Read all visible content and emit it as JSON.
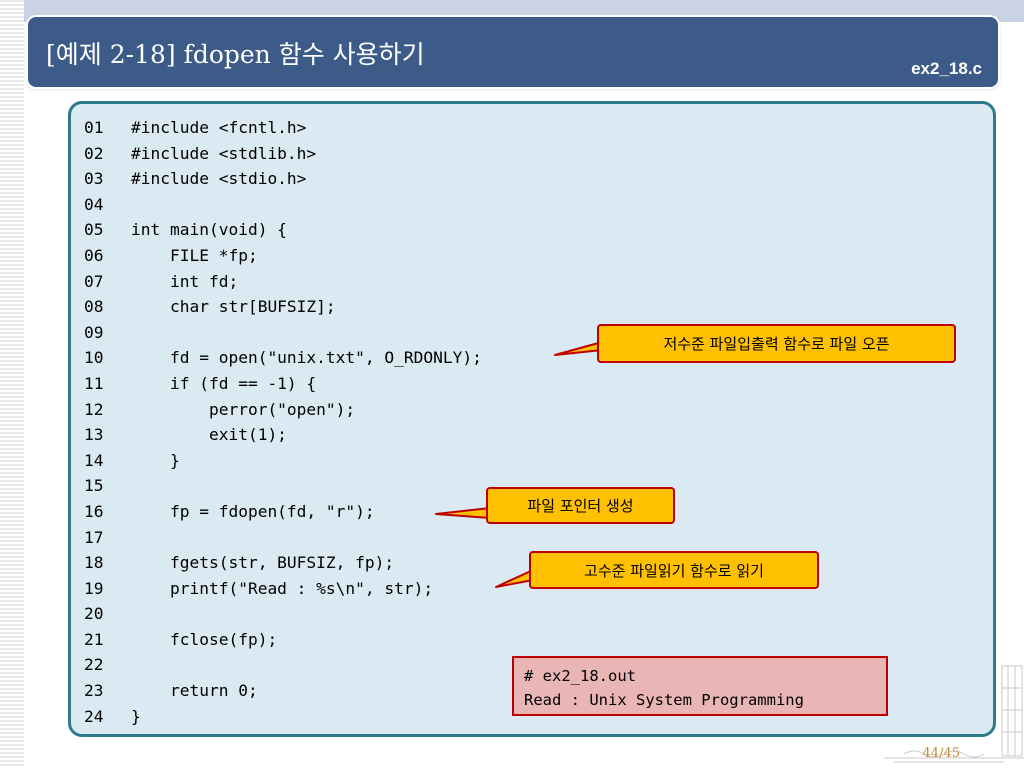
{
  "slide": {
    "title": "[예제 2-18] fdopen 함수 사용하기",
    "file_label": "ex2_18.c",
    "page": "44/45"
  },
  "code": {
    "lines": [
      {
        "num": "01",
        "text": "#include <fcntl.h>"
      },
      {
        "num": "02",
        "text": "#include <stdlib.h>"
      },
      {
        "num": "03",
        "text": "#include <stdio.h>"
      },
      {
        "num": "04",
        "text": ""
      },
      {
        "num": "05",
        "text": "int main(void) {"
      },
      {
        "num": "06",
        "text": "    FILE *fp;"
      },
      {
        "num": "07",
        "text": "    int fd;"
      },
      {
        "num": "08",
        "text": "    char str[BUFSIZ];"
      },
      {
        "num": "09",
        "text": ""
      },
      {
        "num": "10",
        "text": "    fd = open(\"unix.txt\", O_RDONLY);"
      },
      {
        "num": "11",
        "text": "    if (fd == -1) {"
      },
      {
        "num": "12",
        "text": "        perror(\"open\");"
      },
      {
        "num": "13",
        "text": "        exit(1);"
      },
      {
        "num": "14",
        "text": "    }"
      },
      {
        "num": "15",
        "text": ""
      },
      {
        "num": "16",
        "text": "    fp = fdopen(fd, \"r\");"
      },
      {
        "num": "17",
        "text": ""
      },
      {
        "num": "18",
        "text": "    fgets(str, BUFSIZ, fp);"
      },
      {
        "num": "19",
        "text": "    printf(\"Read : %s\\n\", str);"
      },
      {
        "num": "20",
        "text": ""
      },
      {
        "num": "21",
        "text": "    fclose(fp);"
      },
      {
        "num": "22",
        "text": ""
      },
      {
        "num": "23",
        "text": "    return 0;"
      },
      {
        "num": "24",
        "text": "}"
      }
    ]
  },
  "callouts": {
    "low_level": "저수준 파일입출력 함수로 파일 오픈",
    "file_pointer": "파일 포인터 생성",
    "high_level": "고수준 파일읽기 함수로 읽기"
  },
  "output": {
    "lines": [
      "# ex2_18.out",
      "Read : Unix System Programming"
    ]
  },
  "colors": {
    "title_bar": "#3d5b89",
    "panel_bg": "#dbeaf2",
    "panel_border": "#2e7a8a",
    "callout_fill": "#ffc000",
    "callout_border": "#c00000",
    "output_fill": "#eab5b5"
  }
}
